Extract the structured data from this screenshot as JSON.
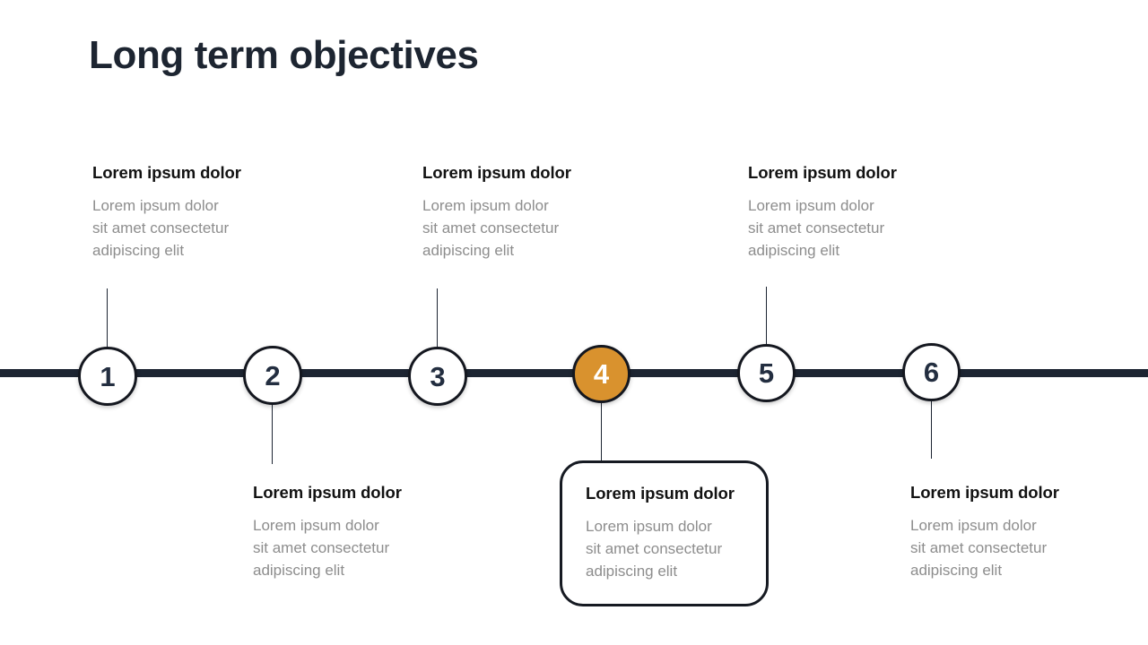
{
  "page": {
    "title": "Long term objectives",
    "background_color": "#ffffff"
  },
  "theme": {
    "dark": "#1d2532",
    "accent_orange": "#d9922e",
    "title_color": "#1d2531",
    "heading_color": "#121212",
    "body_color": "#8d8d8d",
    "card_border": "#161a22"
  },
  "timeline": {
    "rail_color": "#1d2532",
    "nodes": [
      {
        "number": "1",
        "position": "above",
        "active": false
      },
      {
        "number": "2",
        "position": "below",
        "active": false
      },
      {
        "number": "3",
        "position": "above",
        "active": false
      },
      {
        "number": "4",
        "position": "below",
        "active": true
      },
      {
        "number": "5",
        "position": "above",
        "active": false
      },
      {
        "number": "6",
        "position": "below",
        "active": false
      }
    ],
    "items": [
      {
        "title": "Lorem ipsum dolor",
        "body_line1": "Lorem ipsum dolor",
        "body_line2": "sit amet consectetur",
        "body_line3": "adipiscing elit"
      },
      {
        "title": "Lorem ipsum dolor",
        "body_line1": "Lorem ipsum dolor",
        "body_line2": "sit amet consectetur",
        "body_line3": "adipiscing elit"
      },
      {
        "title": "Lorem ipsum dolor",
        "body_line1": "Lorem ipsum dolor",
        "body_line2": "sit amet consectetur",
        "body_line3": "adipiscing elit"
      },
      {
        "title": "Lorem ipsum dolor",
        "body_line1": "Lorem ipsum dolor",
        "body_line2": "sit amet consectetur",
        "body_line3": "adipiscing elit"
      },
      {
        "title": "Lorem ipsum dolor",
        "body_line1": "Lorem ipsum dolor",
        "body_line2": "sit amet consectetur",
        "body_line3": "adipiscing elit"
      },
      {
        "title": "Lorem ipsum dolor",
        "body_line1": "Lorem ipsum dolor",
        "body_line2": "sit amet consectetur",
        "body_line3": "adipiscing elit"
      }
    ]
  }
}
